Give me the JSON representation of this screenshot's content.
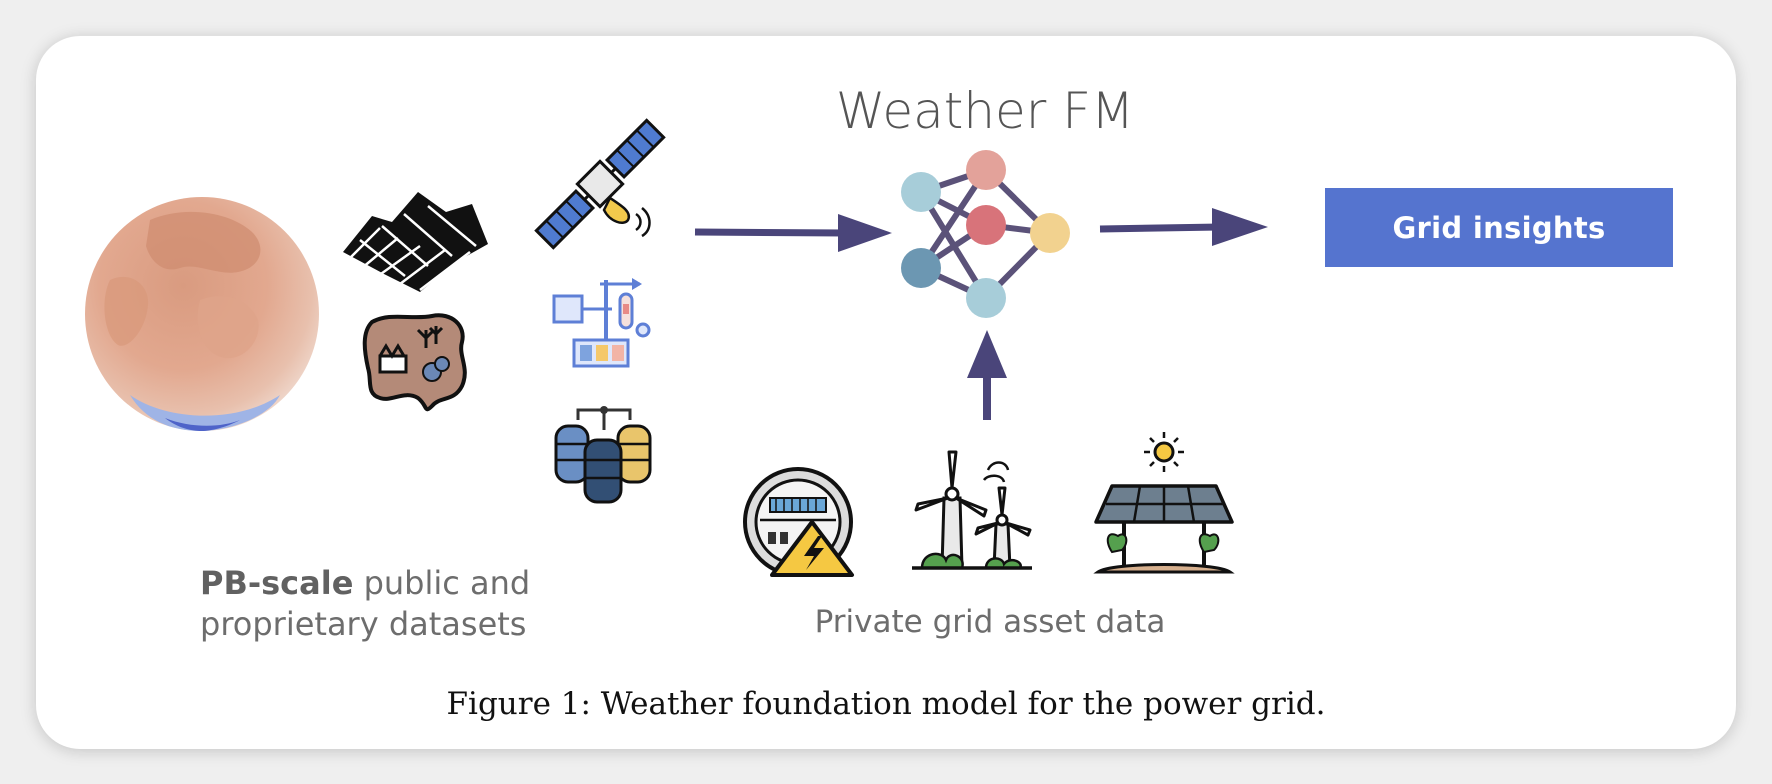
{
  "diagram": {
    "title": "Weather FM",
    "output_box_label": "Grid insights",
    "datasets_label_bold": "PB-scale",
    "datasets_label_rest_line1": " public and",
    "datasets_label_line2": "proprietary datasets",
    "private_label": "Private grid asset data",
    "caption": "Figure 1: Weather foundation model for the power grid.",
    "icons": {
      "globe": "globe-heatmap-icon",
      "terrain": "terrain-mesh-icon",
      "land_use": "land-use-map-icon",
      "satellite": "satellite-icon",
      "weather_station": "weather-station-icon",
      "databases": "database-servers-icon",
      "meter": "electric-meter-icon",
      "wind": "wind-turbines-icon",
      "solar": "solar-panel-icon"
    },
    "colors": {
      "arrow": "#4a457a",
      "box": "#5574cf",
      "node_teal": "#a7cdd9",
      "node_dark_teal": "#6c97b2",
      "node_salmon": "#e3a29a",
      "node_red": "#d8737a",
      "node_yellow": "#f2d28f",
      "edge": "#5b5279"
    }
  }
}
